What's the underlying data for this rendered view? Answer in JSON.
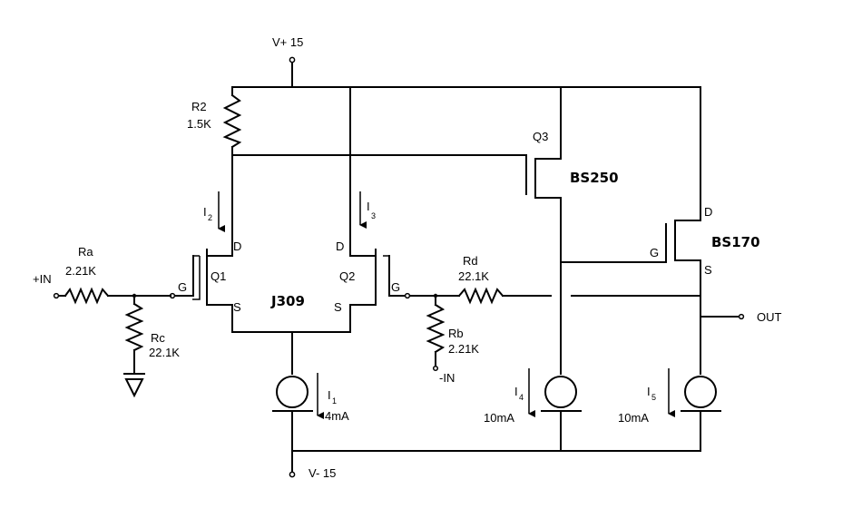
{
  "supply": {
    "vplus": "V+ 15",
    "vminus": "V- 15"
  },
  "resistors": {
    "r2": {
      "name": "R2",
      "value": "1.5K"
    },
    "ra": {
      "name": "Ra",
      "value": "2.21K"
    },
    "rc": {
      "name": "Rc",
      "value": "22.1K"
    },
    "rd": {
      "name": "Rd",
      "value": "22.1K"
    },
    "rb": {
      "name": "Rb",
      "value": "2.21K"
    }
  },
  "transistors": {
    "q1": {
      "name": "Q1",
      "pins": {
        "g": "G",
        "d": "D",
        "s": "S"
      }
    },
    "q2": {
      "name": "Q2",
      "pins": {
        "g": "G",
        "d": "D",
        "s": "S"
      }
    },
    "jfet_part": "J309",
    "q3": {
      "name": "Q3",
      "part": "BS250"
    },
    "q4": {
      "part": "BS170",
      "pins": {
        "g": "G",
        "d": "D",
        "s": "S"
      }
    }
  },
  "currents": {
    "i1": {
      "base": "I",
      "sub": "1",
      "value": "4mA"
    },
    "i2": {
      "base": "I",
      "sub": "2"
    },
    "i3": {
      "base": "I",
      "sub": "3"
    },
    "i4": {
      "base": "I",
      "sub": "4",
      "value": "10mA"
    },
    "i5": {
      "base": "I",
      "sub": "5",
      "value": "10mA"
    }
  },
  "terminals": {
    "in_plus": "+IN",
    "in_minus": "-IN",
    "out": "OUT"
  }
}
